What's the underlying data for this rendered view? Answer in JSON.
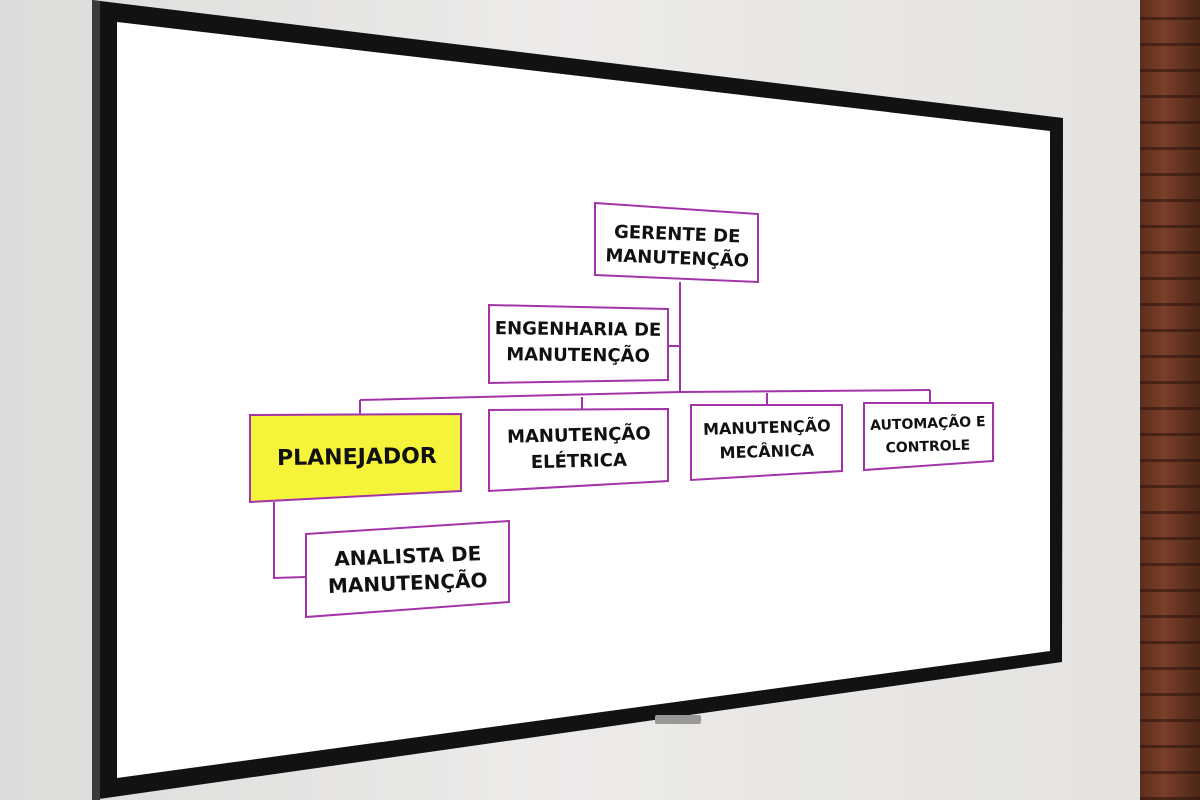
{
  "colors": {
    "box_border": "#a334a8",
    "connector": "#a334a8",
    "highlight_fill": "#f5f33a",
    "screen": "#ffffff",
    "bezel": "#101010"
  },
  "org_chart": {
    "manager": {
      "line1": "GERENTE DE",
      "line2": "MANUTENÇÃO"
    },
    "engineering": {
      "line1": "ENGENHARIA DE",
      "line2": "MANUTENÇÃO"
    },
    "planner": {
      "line1": "PLANEJADOR"
    },
    "electrical": {
      "line1": "MANUTENÇÃO",
      "line2": "ELÉTRICA"
    },
    "mechanical": {
      "line1": "MANUTENÇÃO",
      "line2": "MECÂNICA"
    },
    "automation": {
      "line1": "AUTOMAÇÃO E",
      "line2": "CONTROLE"
    },
    "analyst": {
      "line1": "ANALISTA DE",
      "line2": "MANUTENÇÃO"
    }
  }
}
